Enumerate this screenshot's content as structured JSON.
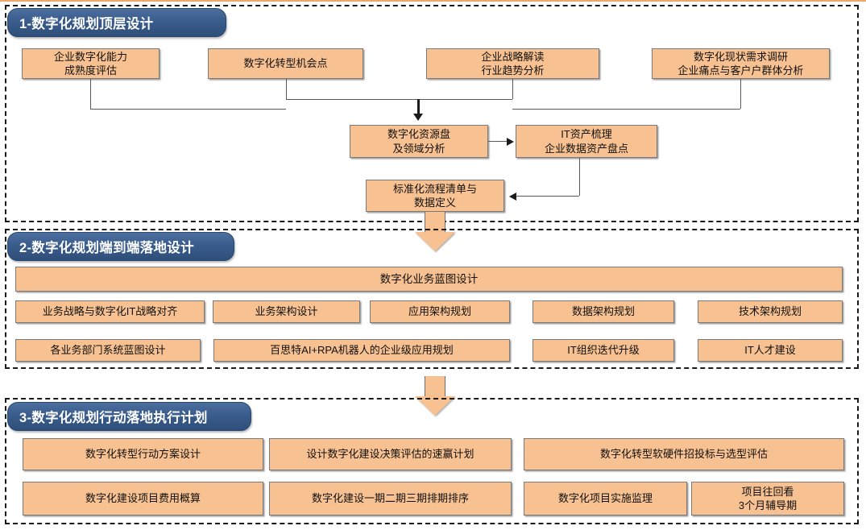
{
  "theme": {
    "box_fill": "#F8C191",
    "box_border": "#7a7a7a",
    "banner_blue": "#3A5C8C",
    "frame_dash": "#1a1a1a",
    "top_rule": "#F0A868"
  },
  "sections": [
    {
      "id": "section-1",
      "banner": "1-数字化规划顶层设计",
      "boxes": [
        {
          "id": "s1-b1",
          "text": "企业数字化能力\n成熟度评估"
        },
        {
          "id": "s1-b2",
          "text": "数字化转型机会点"
        },
        {
          "id": "s1-b3",
          "text": "企业战略解读\n行业趋势分析"
        },
        {
          "id": "s1-b4",
          "text": "数字化现状需求调研\n企业痛点与客户户群体分析"
        },
        {
          "id": "s1-b5",
          "text": "数字化资源盘\n及领域分析"
        },
        {
          "id": "s1-b6",
          "text": "IT资产梳理\n企业数据资产盘点"
        },
        {
          "id": "s1-b7",
          "text": "标准化流程清单与\n数据定义"
        }
      ]
    },
    {
      "id": "section-2",
      "banner": "2-数字化规划端到端落地设计",
      "boxes": [
        {
          "id": "s2-banner-box",
          "text": "数字化业务蓝图设计"
        },
        {
          "id": "s2-r1c1",
          "text": "业务战略与数字化IT战略对齐"
        },
        {
          "id": "s2-r1c2",
          "text": "业务架构设计"
        },
        {
          "id": "s2-r1c3",
          "text": "应用架构规划"
        },
        {
          "id": "s2-r1c4",
          "text": "数据架构规划"
        },
        {
          "id": "s2-r1c5",
          "text": "技术架构规划"
        },
        {
          "id": "s2-r2c1",
          "text": "各业务部门系统蓝图设计"
        },
        {
          "id": "s2-r2c2",
          "text": "百思特AI+RPA机器人的企业级应用规划"
        },
        {
          "id": "s2-r2c3",
          "text": "IT组织迭代升级"
        },
        {
          "id": "s2-r2c4",
          "text": "IT人才建设"
        }
      ]
    },
    {
      "id": "section-3",
      "banner": "3-数字化规划行动落地执行计划",
      "boxes": [
        {
          "id": "s3-r1c1",
          "text": "数字化转型行动方案设计"
        },
        {
          "id": "s3-r1c2",
          "text": "设计数字化建设决策评估的速赢计划"
        },
        {
          "id": "s3-r1c3",
          "text": "数字化转型软硬件招投标与选型评估"
        },
        {
          "id": "s3-r2c1",
          "text": "数字化建设项目费用概算"
        },
        {
          "id": "s3-r2c2",
          "text": "数字化建设一期二期三期排期排序"
        },
        {
          "id": "s3-r2c3",
          "text": "数字化项目实施监理"
        },
        {
          "id": "s3-r2c4",
          "text": "项目往回看\n3个月辅导期"
        }
      ]
    }
  ]
}
